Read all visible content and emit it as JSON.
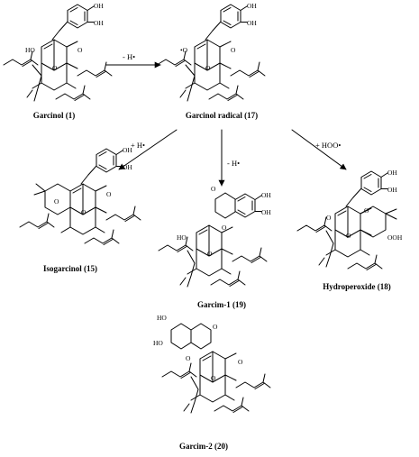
{
  "compounds": [
    {
      "key": "garcinol",
      "label": "Garcinol (1)"
    },
    {
      "key": "garcinol_radical",
      "label": "Garcinol radical (17)"
    },
    {
      "key": "isogarcinol",
      "label": "Isogarcinol (15)"
    },
    {
      "key": "garcim1",
      "label": "Garcim-1 (19)"
    },
    {
      "key": "hydroperoxide",
      "label": "Hydroperoxide (18)"
    },
    {
      "key": "garcim2",
      "label": "Garcim-2 (20)"
    }
  ],
  "reactions": [
    {
      "key": "h_abstraction",
      "label": "- H•"
    },
    {
      "key": "h_addition",
      "label": "+ H•"
    },
    {
      "key": "h_loss",
      "label": "- H•"
    },
    {
      "key": "hoo_addition",
      "label": "+ HOO•"
    }
  ],
  "atoms": {
    "hydroxyl": "OH",
    "hydroxyl_left": "HO",
    "oxygen": "O",
    "oxygen_radical": "•O",
    "hydroperoxy": "OOH"
  }
}
